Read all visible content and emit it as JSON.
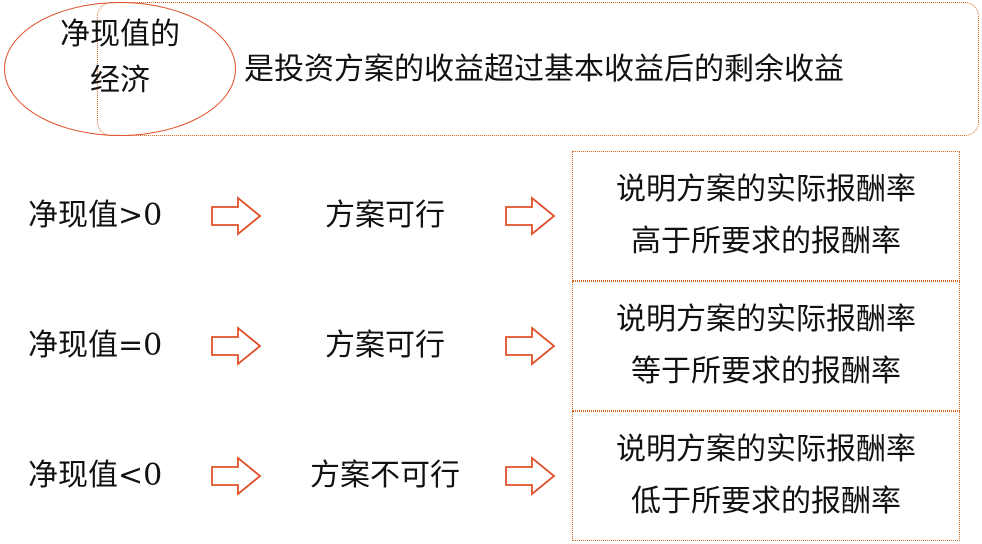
{
  "header": {
    "term_line1": "净现值的",
    "term_line2": "经济",
    "definition": "是投资方案的收益超过基本收益后的剩余收益"
  },
  "rows": [
    {
      "condition": "净现值>0",
      "result": "方案可行",
      "explanation_line1": "说明方案的实际报酬率",
      "explanation_line2": "高于所要求的报酬率"
    },
    {
      "condition": "净现值=0",
      "result": "方案可行",
      "explanation_line1": "说明方案的实际报酬率",
      "explanation_line2": "等于所要求的报酬率"
    },
    {
      "condition": "净现值<0",
      "result": "方案不可行",
      "explanation_line1": "说明方案的实际报酬率",
      "explanation_line2": "低于所要求的报酬率"
    }
  ],
  "colors": {
    "accent": "#e0502a",
    "border": "#d2691e",
    "text": "#111111"
  },
  "icons": {
    "arrow": "hollow-right-arrow-icon"
  }
}
